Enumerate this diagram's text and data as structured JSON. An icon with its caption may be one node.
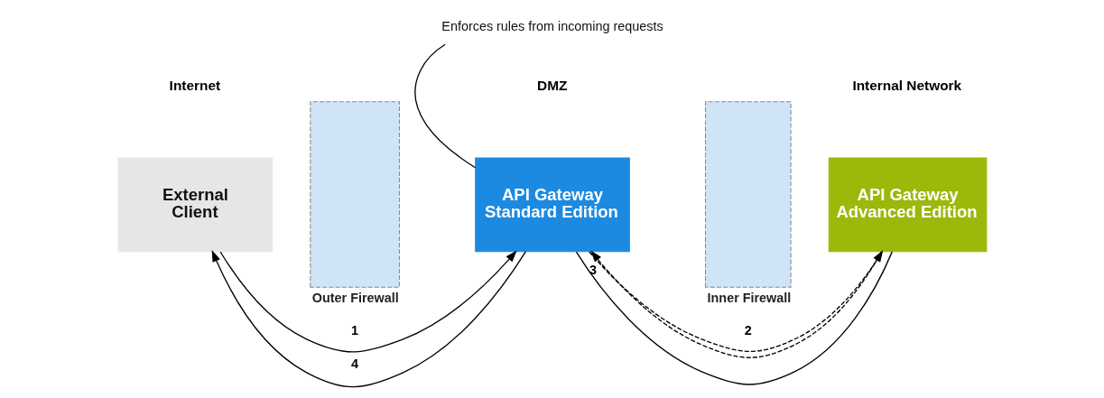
{
  "diagram": {
    "nodes": [
      {
        "text": [
          "External Client"
        ]
      },
      {
        "text": [
          "Outer Firewall"
        ]
      },
      {
        "text": [
          "API Gateway Standard Edition"
        ]
      },
      {
        "text": [
          "Inner Firewall"
        ]
      },
      {
        "text": [
          "API Gateway Advanced Edition"
        ]
      },
      {
        "text": [
          "Enforces rules from incoming requests"
        ]
      }
    ],
    "edges": [
      {
        "from": 0,
        "to": 2,
        "arrow": "to",
        "label": "1"
      },
      {
        "from": 2,
        "to": 0,
        "arrow": "to",
        "label": "4"
      },
      {
        "from": 2,
        "to": 4,
        "arrow": "to",
        "label": "2",
        "style": "dashed"
      },
      {
        "from": 2,
        "to": 4,
        "arrow": "none"
      },
      {
        "from": 4,
        "to": 2,
        "arrow": "to",
        "label": "3",
        "style": "dashed"
      },
      {
        "from": 5,
        "to": 2,
        "arrow": "none"
      }
    ],
    "labels": [
      "Internet",
      "DMZ",
      "Internal Network"
    ]
  }
}
